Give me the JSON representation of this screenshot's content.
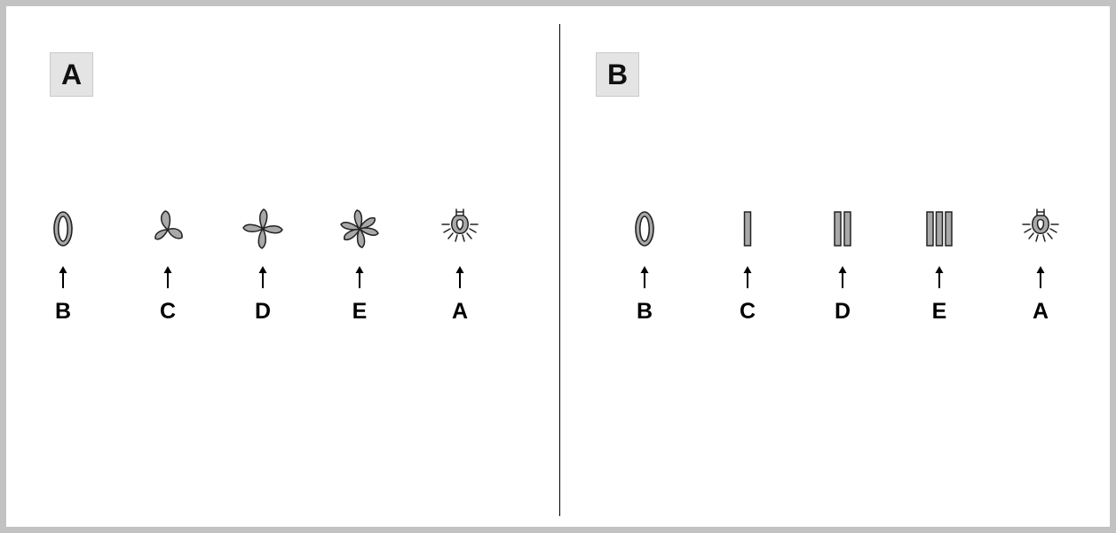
{
  "panels": [
    {
      "badge": "A",
      "items": [
        {
          "icon": "zero-outline-icon",
          "label": "B"
        },
        {
          "icon": "fan-two-blade-icon",
          "label": "C"
        },
        {
          "icon": "fan-four-blade-icon",
          "label": "D"
        },
        {
          "icon": "fan-six-blade-icon",
          "label": "E"
        },
        {
          "icon": "light-bulb-icon",
          "label": "A"
        }
      ]
    },
    {
      "badge": "B",
      "items": [
        {
          "icon": "zero-outline-icon",
          "label": "B"
        },
        {
          "icon": "roman-one-bars-icon",
          "label": "C"
        },
        {
          "icon": "roman-two-bars-icon",
          "label": "D"
        },
        {
          "icon": "roman-three-bars-icon",
          "label": "E"
        },
        {
          "icon": "light-bulb-icon",
          "label": "A"
        }
      ]
    }
  ],
  "colors": {
    "icon_fill": "#a8a8a8",
    "icon_stroke": "#222222",
    "frame": "#c2c2c2",
    "badge_bg": "#e4e4e4"
  }
}
